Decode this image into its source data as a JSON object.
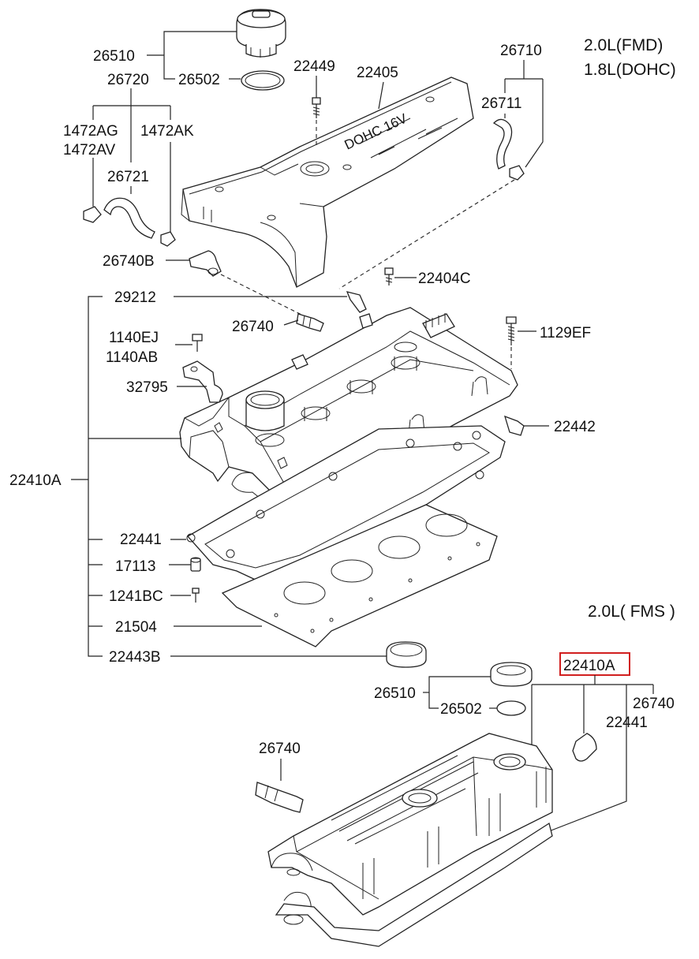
{
  "engine_labels": {
    "top_line1": "2.0L(FMD)",
    "top_line2": "1.8L(DOHC)",
    "bottom": "2.0L( FMS )"
  },
  "cover_marking": "DOHC 16V",
  "highlighted_part": "22410A",
  "parts": {
    "p26510_top": "26510",
    "p26502_top": "26502",
    "p26720": "26720",
    "p1472AG": "1472AG",
    "p1472AV": "1472AV",
    "p1472AK": "1472AK",
    "p26721": "26721",
    "p22449": "22449",
    "p22405": "22405",
    "p26710": "26710",
    "p26711": "26711",
    "p26740B": "26740B",
    "p22404C": "22404C",
    "p29212": "29212",
    "p26740_top": "26740",
    "p1140EJ": "1140EJ",
    "p1140AB": "1140AB",
    "p1129EF": "1129EF",
    "p32795": "32795",
    "p22442": "22442",
    "p22410A_left": "22410A",
    "p22441_left": "22441",
    "p17113": "17113",
    "p1241BC": "1241BC",
    "p21504": "21504",
    "p22443B": "22443B",
    "p22410A_box": "22410A",
    "p26510_bottom": "26510",
    "p26502_bottom": "26502",
    "p26740_right": "26740",
    "p22441_right": "22441",
    "p26740_bottom": "26740"
  }
}
